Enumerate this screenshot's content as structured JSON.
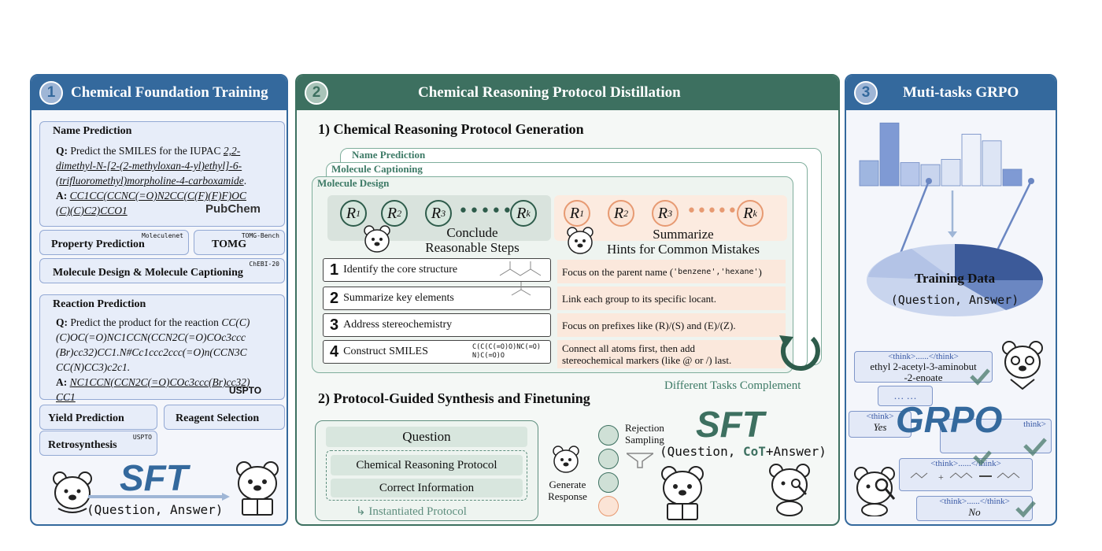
{
  "panel1": {
    "num": "1",
    "title": "Chemical Foundation Training",
    "name_card": {
      "title": "Name Prediction",
      "q_label": "Q:",
      "q_text": "Predict the SMILES for the IUPAC",
      "q_iupac_1": "2,2-",
      "q_iupac_2": "dimethyl-N-[2-(2-methyloxan-4-yl)ethyl]-6-",
      "q_iupac_3": "(trifluoromethyl)morpholine-4-carboxamide",
      "a_label": "A:",
      "a_line1": "CC1CC(CCNC(=O)N2CC(C(F)(F)F)OC",
      "a_line2": "(C)(C)C2)CCO1",
      "source": "PubChem"
    },
    "property_card": {
      "title": "Property Prediction",
      "tag": "Moleculenet"
    },
    "tomg_card": {
      "title": "TOMG",
      "tag": "TOMG-Bench"
    },
    "design_card": {
      "title": "Molecule Design & Molecule Captioning",
      "tag": "ChEBI-20"
    },
    "reaction_card": {
      "title": "Reaction Prediction",
      "q_label": "Q:",
      "q_text": "Predict the product for the reaction",
      "q_s1": "CC(C)",
      "q_s2": "(C)OC(=O)NC1CCN(CCN2C(=O)COc3ccc",
      "q_s3": "(Br)cc32)CC1.N#Cc1ccc2ccc(=O)n(CCN3C",
      "q_s4": "CC(N)CC3)c2c1.",
      "a_label": "A:",
      "a_line1": "NC1CCN(CCN2C(=O)COc3ccc(Br)cc32)",
      "a_line2": "CC1",
      "source": "USPTO"
    },
    "yield_card": {
      "title": "Yield Prediction"
    },
    "reagent_card": {
      "title": "Reagent Selection"
    },
    "retro_card": {
      "title": "Retrosynthesis",
      "tag": "USPTO"
    },
    "sft": {
      "label": "SFT",
      "pair": "(Question, Answer)"
    }
  },
  "panel2": {
    "num": "2",
    "title": "Chemical Reasoning Protocol Distillation",
    "section1": "1) Chemical Reasoning Protocol Generation",
    "task_cards": [
      "Name Prediction",
      "Molecule Captioning",
      "Molecule Design"
    ],
    "steps_label": {
      "line1": "Conclude",
      "line2": "Reasonable Steps"
    },
    "hints_label": {
      "line1": "Summarize",
      "line2": "Hints for Common Mistakes"
    },
    "r_labels": [
      "R",
      "R",
      "R",
      "R"
    ],
    "r_subs": [
      "1",
      "2",
      "3",
      "k"
    ],
    "steps": [
      {
        "num": "1",
        "text": "Identify the core structure"
      },
      {
        "num": "2",
        "text": "Summarize key elements"
      },
      {
        "num": "3",
        "text": "Address stereochemistry"
      },
      {
        "num": "4",
        "text": "Construct SMILES"
      }
    ],
    "smiles_line1": "C(C(C(=O)O)NC(=O)",
    "smiles_line2": "N)C(=O)O",
    "hints": [
      {
        "text": "Focus on the parent name (",
        "code": "'benzene','hexane'",
        "end": ")"
      },
      {
        "text": "Link each group to its specific locant.",
        "code": "",
        "end": ""
      },
      {
        "text": "Focus on prefixes like (R)/(S) and (E)/(Z).",
        "code": "",
        "end": ""
      },
      {
        "text": "Connect all atoms first, then add",
        "text2": "stereochemical markers (like @ or /) last.",
        "code": "",
        "end": ""
      }
    ],
    "complement": "Different Tasks Complement",
    "section2": "2) Protocol-Guided Synthesis and Finetuning",
    "question": "Question",
    "protocol": "Chemical Reasoning Protocol",
    "correct": "Correct Information",
    "instantiated": "Instantiated Protocol",
    "generate": "Generate",
    "response": "Response",
    "rejection": "Rejection",
    "sampling": "Sampling",
    "sft": {
      "label": "SFT",
      "pair_a": "(Question, ",
      "pair_b": "CoT",
      "pair_c": "+Answer)"
    }
  },
  "panel3": {
    "num": "3",
    "title": "Muti-tasks GRPO",
    "bars": [
      0.38,
      0.95,
      0.35,
      0.32,
      0.4,
      0.78,
      0.68,
      0.25
    ],
    "training": "Training Data",
    "pair": "(Question, Answer)",
    "think1_tag": "<think>......</think>",
    "think1_text1": "ethyl 2-acetyl-3-aminobut",
    "think1_text2": "-2-enoate",
    "dots": "… …",
    "think_tag_short": "<think>",
    "yes": "Yes",
    "think_end": "</think>",
    "think_end_short": "think>",
    "grpo": "GRPO",
    "think_tag_mid": "<think>......</think>",
    "think_tag_last": "<think>......</think>",
    "no": "No"
  },
  "colors": {
    "blue": "#34699d",
    "green": "#3d7060",
    "orange": "#e79a72"
  }
}
